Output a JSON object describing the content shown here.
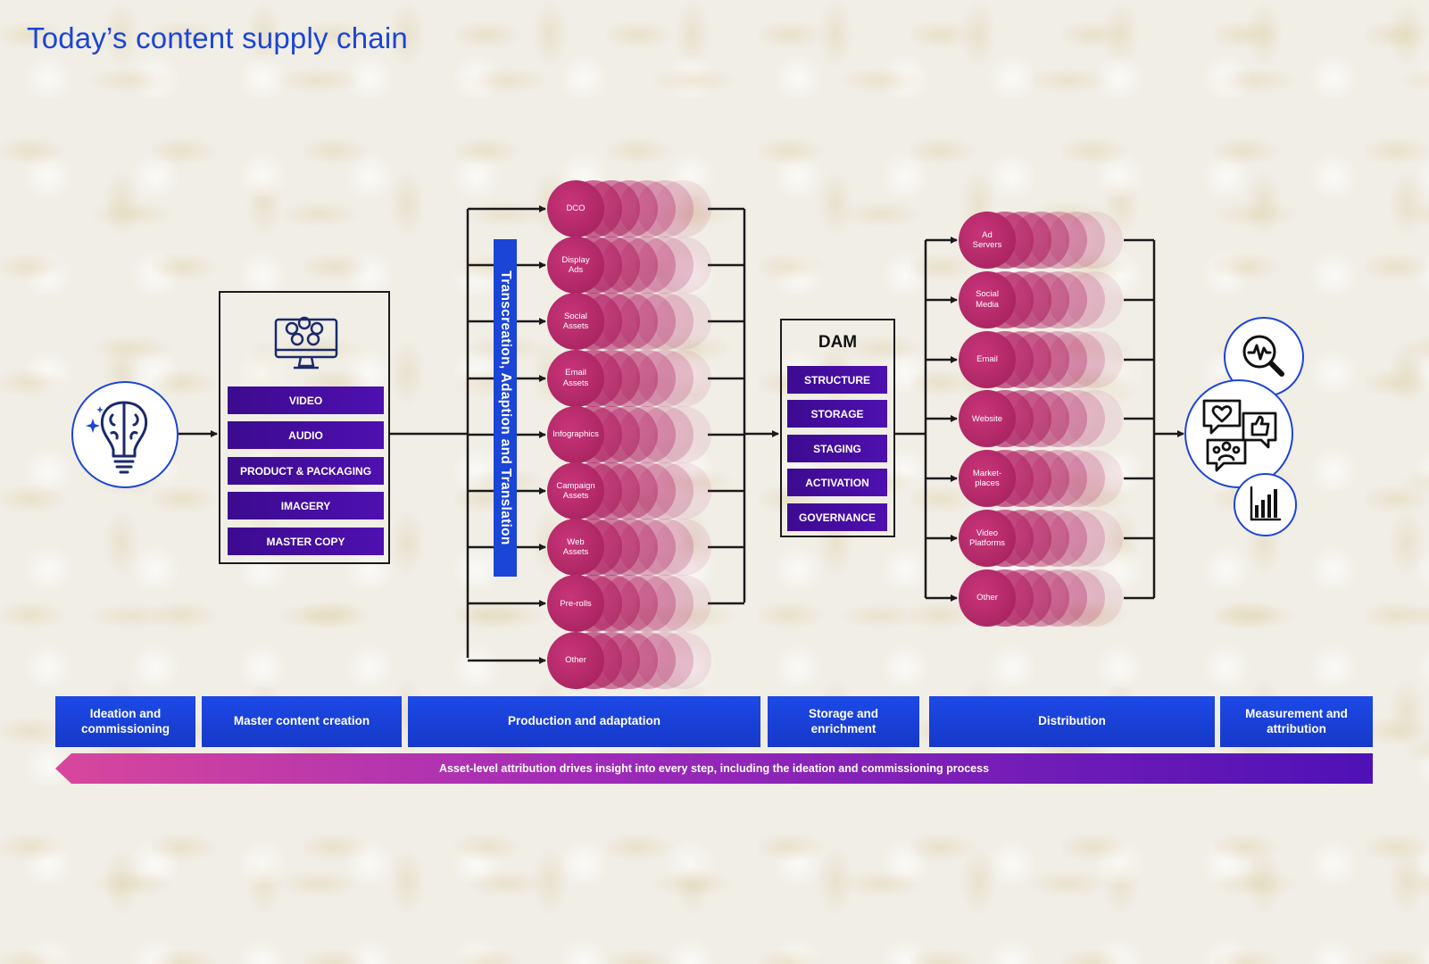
{
  "title": "Today’s content supply chain",
  "master": {
    "items": [
      "VIDEO",
      "AUDIO",
      "PRODUCT & PACKAGING",
      "IMAGERY",
      "MASTER COPY"
    ]
  },
  "transcreation_label": "Transcreation, Adaption and Translation",
  "production": {
    "assets": [
      "DCO",
      "Display\nAds",
      "Social\nAssets",
      "Email\nAssets",
      "Infographics",
      "Campaign\nAssets",
      "Web\nAssets",
      "Pre-rolls",
      "Other"
    ]
  },
  "dam": {
    "title": "DAM",
    "items": [
      "STRUCTURE",
      "STORAGE",
      "STAGING",
      "ACTIVATION",
      "GOVERNANCE"
    ]
  },
  "distribution": {
    "channels": [
      "Ad\nServers",
      "Social\nMedia",
      "Email",
      "Website",
      "Market-\nplaces",
      "Video\nPlatforms",
      "Other"
    ]
  },
  "stages": [
    "Ideation and\ncommissioning",
    "Master content creation",
    "Production and adaptation",
    "Storage and\nenrichment",
    "Distribution",
    "Measurement and\nattribution"
  ],
  "attribution_text": "Asset-level attribution drives insight into every step, including the ideation and commissioning process",
  "icons": {
    "ideation": "brain-lightbulb-icon",
    "master": "computer-media-icon",
    "analytics": "magnifier-pulse-icon",
    "engagement": "social-engagement-icon",
    "chart": "bar-chart-icon"
  },
  "colors": {
    "brand_blue": "#1b45d6",
    "box_purple": "#3c0b8f",
    "asset_magenta": "#b02866",
    "arrow_pink": "#d8479c",
    "arrow_purple": "#4e11b6"
  }
}
